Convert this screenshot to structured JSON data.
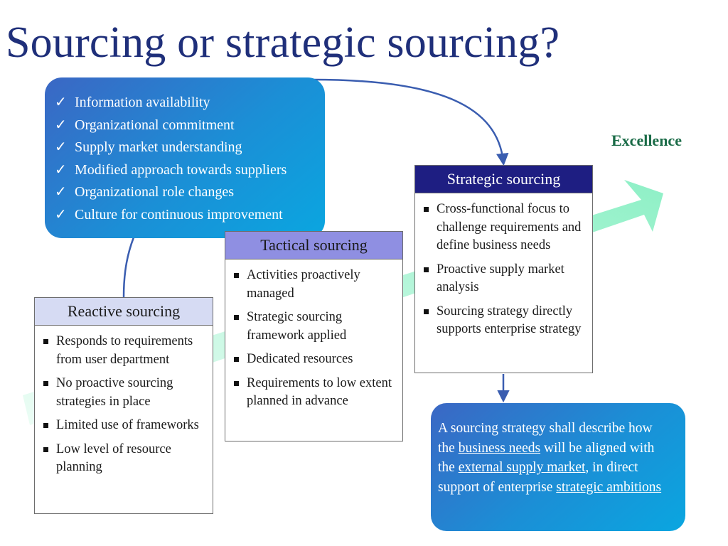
{
  "title": "Sourcing or strategic sourcing?",
  "check_icon": "check-icon",
  "enablers": [
    "Information availability",
    "Organizational commitment",
    "Supply market understanding",
    "Modified approach towards suppliers",
    "Organizational role changes",
    "Culture for continuous improvement"
  ],
  "excellence_label": "Excellence",
  "reactive": {
    "heading": "Reactive sourcing",
    "items": [
      "Responds to requirements from user department",
      "No proactive sourcing strategies in place",
      "Limited use of frameworks",
      "Low level of resource planning"
    ]
  },
  "tactical": {
    "heading": "Tactical sourcing",
    "items": [
      "Activities proactively managed",
      "Strategic sourcing framework applied",
      "Dedicated resources",
      "Requirements to low extent planned in advance"
    ]
  },
  "strategic": {
    "heading": "Strategic sourcing",
    "items": [
      "Cross-functional focus to challenge requirements and define business needs",
      "Proactive supply market analysis",
      "Sourcing strategy directly supports enterprise strategy"
    ]
  },
  "note": {
    "t1": "A sourcing strategy shall describe how the ",
    "u1": "business needs",
    "t2": " will be aligned with the ",
    "u2": "external supply market",
    "t3": ", in direct support of enterprise ",
    "u3": "strategic ambitions"
  },
  "colors": {
    "title": "#1f2f7a",
    "arrow": "#9ff3cf",
    "connector": "#3a5db0",
    "reactive_header": "#d6dbf3",
    "tactical_header": "#8f8fe2",
    "strategic_header": "#1e1e82",
    "excellence": "#1a6b47"
  }
}
